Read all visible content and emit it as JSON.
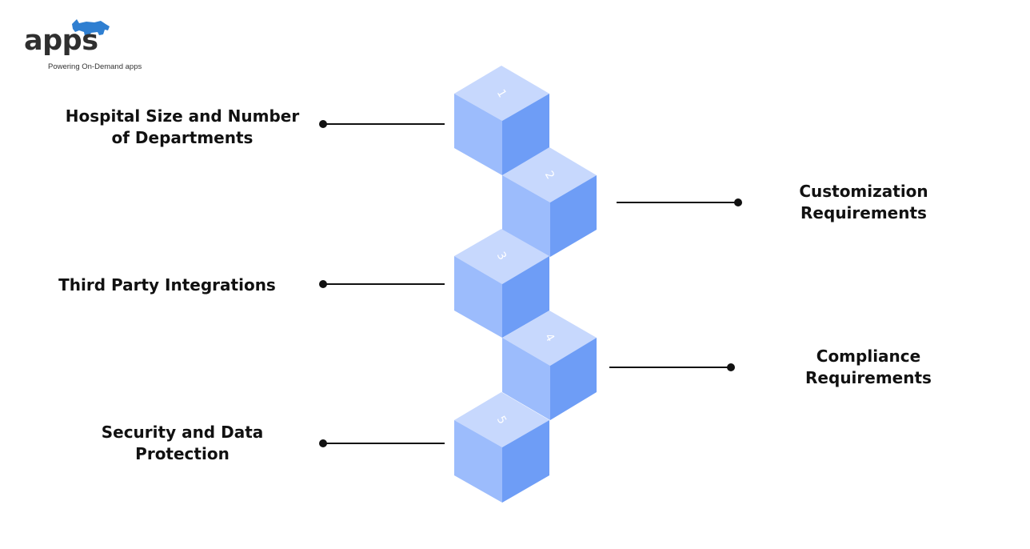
{
  "logo": {
    "word": "apps",
    "tagline": "Powering On-Demand apps",
    "icon": "rhino-icon",
    "icon_color": "#2f7fd1"
  },
  "items": [
    {
      "number": "1",
      "lines": [
        "Hospital Size and Number",
        "of Departments"
      ]
    },
    {
      "number": "2",
      "lines": [
        "Customization",
        "Requirements"
      ]
    },
    {
      "number": "3",
      "lines": [
        "Third Party Integrations"
      ]
    },
    {
      "number": "4",
      "lines": [
        "Compliance",
        "Requirements"
      ]
    },
    {
      "number": "5",
      "lines": [
        "Security and Data",
        "Protection"
      ]
    }
  ],
  "colors": {
    "cube_top": "#c7d8fd",
    "cube_left": "#9cbcfc",
    "cube_right": "#6e9df6",
    "connector": "#111111"
  }
}
